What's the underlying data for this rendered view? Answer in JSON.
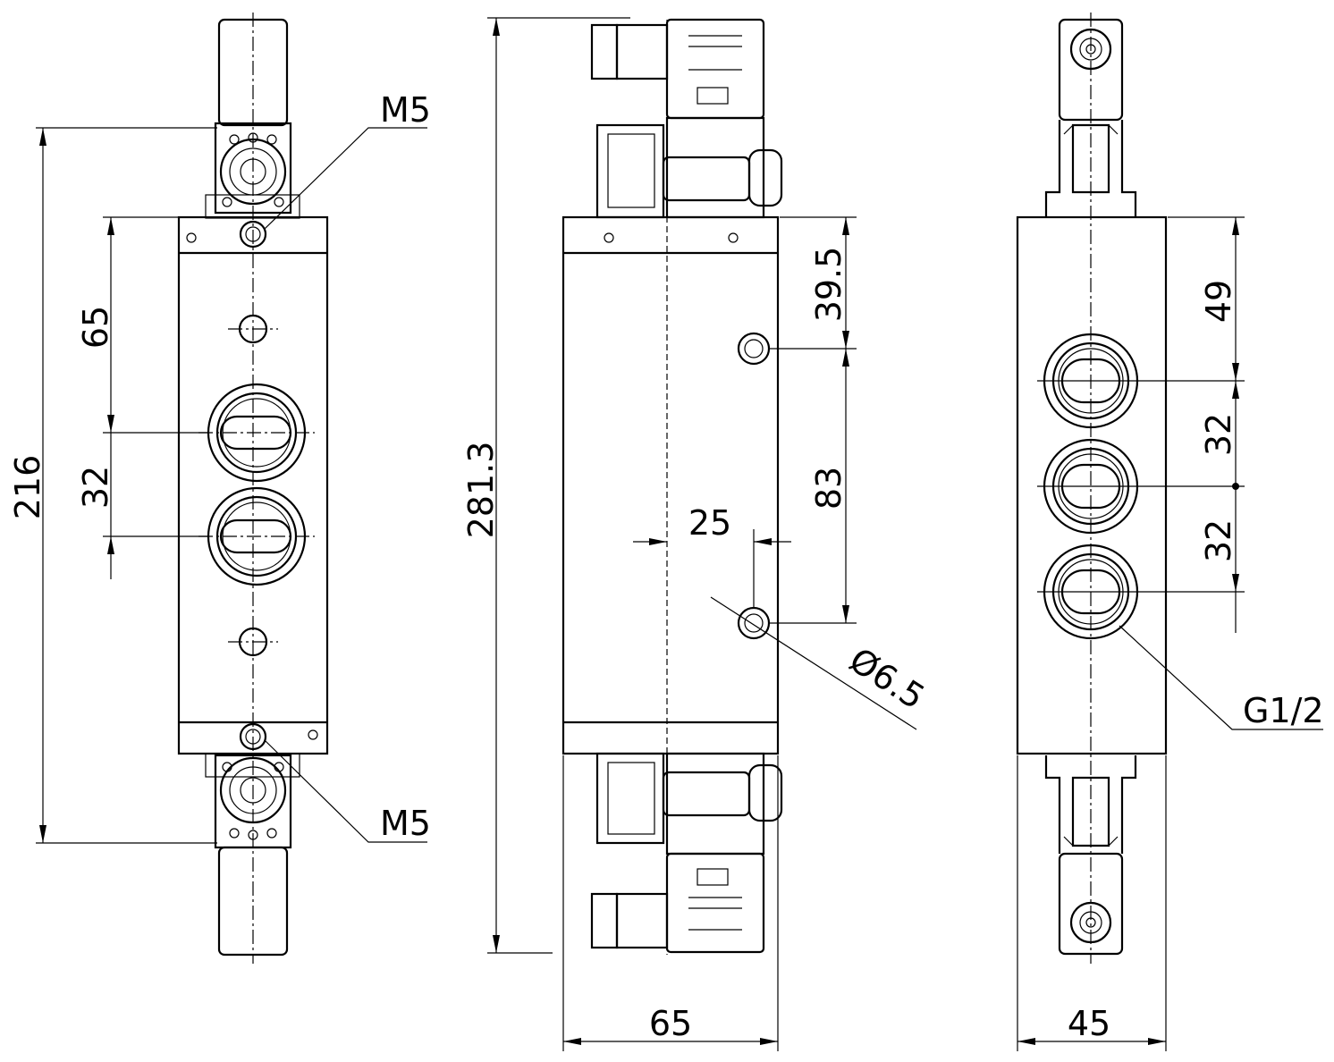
{
  "drawing": {
    "dimensions": {
      "front_overall": "216",
      "front_65": "65",
      "front_32": "32",
      "thread_m5_top": "M5",
      "thread_m5_bottom": "M5",
      "side_overall": "281.3",
      "side_39_5": "39.5",
      "side_83": "83",
      "side_25": "25",
      "side_hole_dia": "Ø6.5",
      "side_width": "65",
      "right_49": "49",
      "right_32_a": "32",
      "right_32_b": "32",
      "right_port_thread": "G1/2",
      "right_width": "45"
    }
  }
}
